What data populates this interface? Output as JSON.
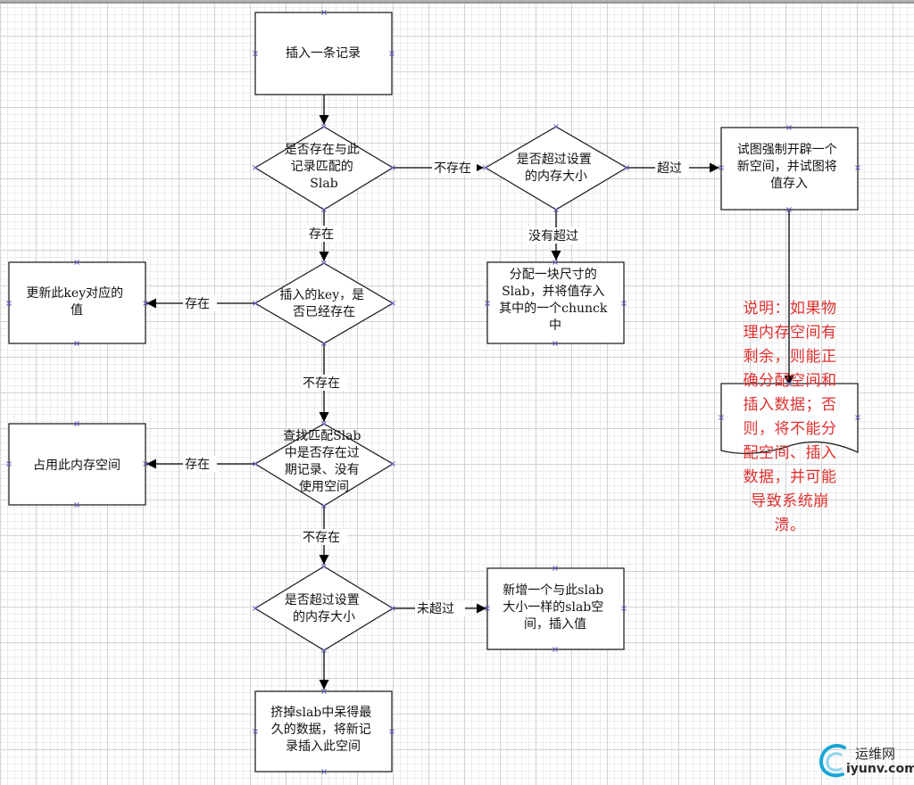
{
  "nodes": {
    "insert_record": [
      "插入一条记录"
    ],
    "slab_exists": [
      "是否存在与此",
      "记录匹配的",
      "Slab"
    ],
    "exceed_mem_1": [
      "是否超过设置",
      "的内存大小"
    ],
    "force_alloc": [
      "试图强制开辟一个",
      "新空间，并试图将",
      "值存入"
    ],
    "alloc_chunk": [
      "分配一块尺寸的",
      "Slab，并将值存入",
      "其中的一个chunck",
      "中"
    ],
    "update_value": [
      "更新此key对应的",
      "值"
    ],
    "key_exists": [
      "插入的key，是",
      "否已经存在"
    ],
    "find_expired": [
      "查找匹配Slab",
      "中是否存在过",
      "期记录、没有",
      "使用空间"
    ],
    "occupy_space": [
      "占用此内存空间"
    ],
    "exceed_mem_2": [
      "是否超过设置",
      "的内存大小"
    ],
    "new_slab": [
      "新增一个与此slab",
      "大小一样的slab空",
      "间，插入值"
    ],
    "evict_oldest": [
      "挤掉slab中呆得最",
      "久的数据，将新记",
      "录插入此空间"
    ]
  },
  "edge_labels": {
    "not_exist_1": "不存在",
    "exceed": "超过",
    "exist_1": "存在",
    "not_exceed_1": "没有超过",
    "exist_2": "存在",
    "not_exist_2": "不存在",
    "exist_3": "存在",
    "not_exist_3": "不存在",
    "not_exceed_2": "未超过"
  },
  "note": {
    "lines": [
      "说明：如果物",
      "理内存空间有",
      "剩余，则能正",
      "确分配空间和",
      "插入数据；否",
      "则，将不能分",
      "配空间、插入",
      "数据，并可能",
      "导致系统崩",
      "溃。"
    ],
    "color": "#e0302f"
  },
  "watermark": {
    "cn": "运维网",
    "en": "iyunv.com"
  }
}
